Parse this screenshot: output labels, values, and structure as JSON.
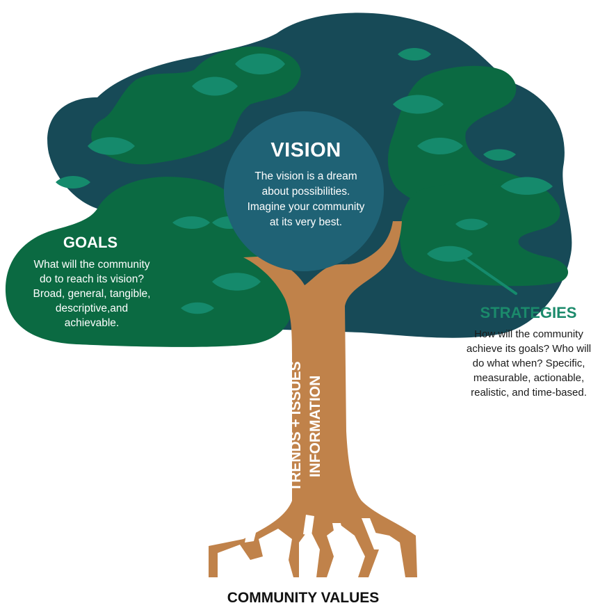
{
  "colors": {
    "canopy_dark": "#174a57",
    "canopy_green": "#0b6a42",
    "leaf_teal": "#158a6c",
    "vision_circle": "#1f6275",
    "trunk": "#c0824a",
    "strategies_heading": "#1b8a6b"
  },
  "vision": {
    "title": "VISION",
    "lines": [
      "The vision is a dream",
      "about possibilities.",
      "Imagine your community",
      "at its very best."
    ]
  },
  "goals": {
    "title": "GOALS",
    "lines": [
      "What will the community",
      "do to reach its vision?",
      "Broad, general, tangible,",
      "descriptive,and",
      "achievable."
    ]
  },
  "strategies": {
    "title": "STRATEGIES",
    "lines": [
      "How will the community",
      "achieve its goals? Who will",
      "do what when? Specific,",
      "measurable, actionable,",
      "realistic, and time-based."
    ]
  },
  "trunk": {
    "lines": [
      "TRENDS + ISSUES",
      "INFORMATION"
    ]
  },
  "roots": {
    "title": "COMMUNITY VALUES"
  }
}
